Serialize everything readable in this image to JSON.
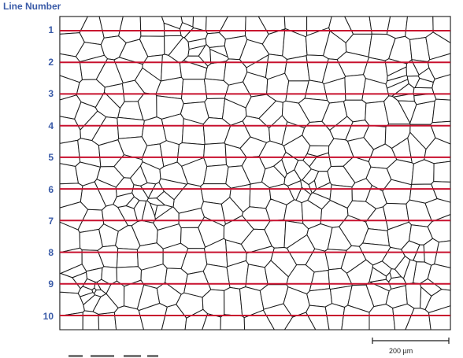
{
  "header": {
    "title": "Line Number"
  },
  "lines": [
    {
      "label": "1"
    },
    {
      "label": "2"
    },
    {
      "label": "3"
    },
    {
      "label": "4"
    },
    {
      "label": "5"
    },
    {
      "label": "6"
    },
    {
      "label": "7"
    },
    {
      "label": "8"
    },
    {
      "label": "9"
    },
    {
      "label": "10"
    }
  ],
  "scale": {
    "label": "200 µm"
  },
  "colors": {
    "test_line": "#c8102e",
    "grain_boundary": "#1a1a1a",
    "label": "#3a5ba8"
  }
}
